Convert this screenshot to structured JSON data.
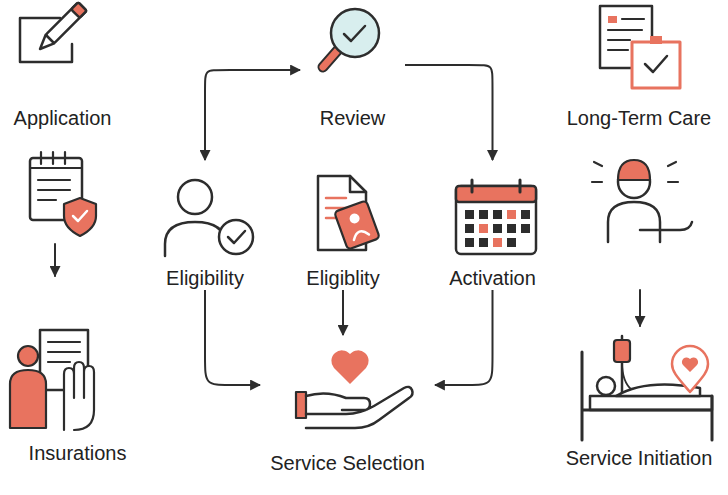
{
  "diagram": {
    "nodes": [
      {
        "text": [
          "Application"
        ]
      },
      {
        "text": [
          "Review"
        ]
      },
      {
        "text": [
          "Long-Term Care"
        ]
      },
      {
        "text": [
          "Eligibility"
        ]
      },
      {
        "text": [
          "Eligiblity"
        ]
      },
      {
        "text": [
          "Activation"
        ]
      },
      {
        "text": [
          "Insurations"
        ]
      },
      {
        "text": [
          "Service Selection"
        ]
      },
      {
        "text": [
          "Service Initiation"
        ]
      }
    ],
    "edges": [
      {
        "from": 3,
        "to": 1,
        "arrow": "both"
      },
      {
        "from": 1,
        "to": 5,
        "arrow": "to"
      },
      {
        "from": 3,
        "to": 7,
        "arrow": "to"
      },
      {
        "from": 4,
        "to": 7,
        "arrow": "to"
      },
      {
        "from": 5,
        "to": 7,
        "arrow": "to"
      }
    ]
  }
}
